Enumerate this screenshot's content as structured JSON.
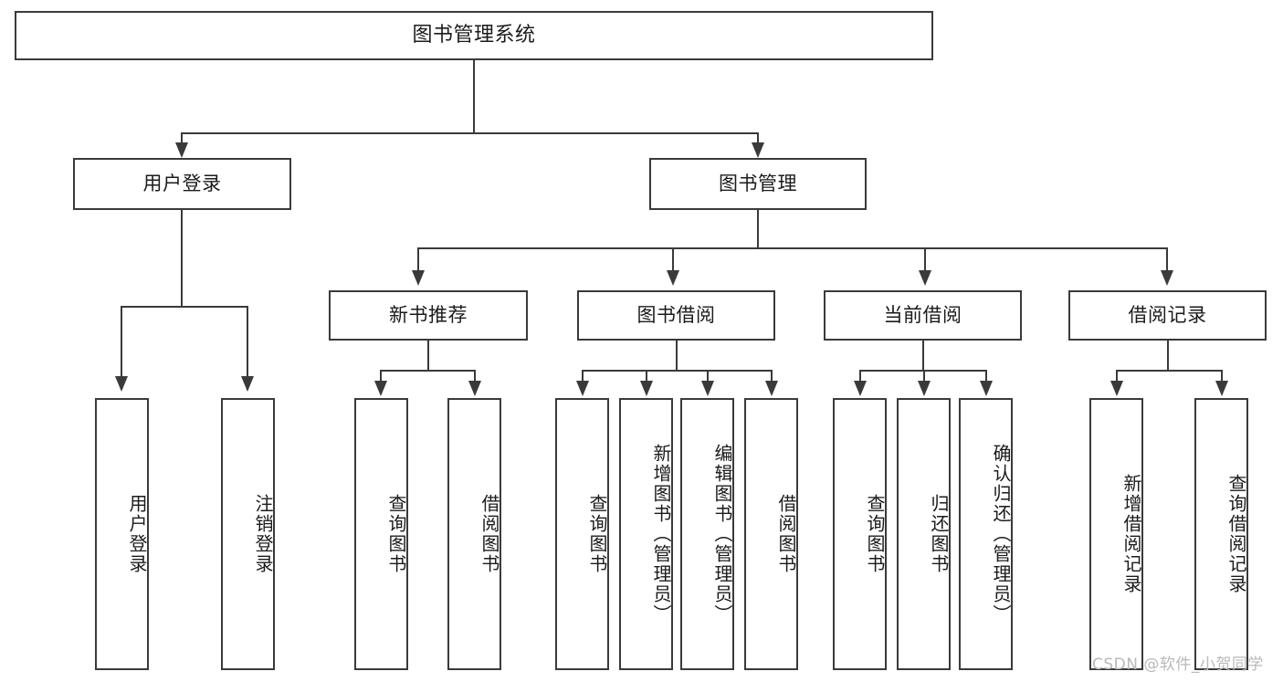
{
  "diagram": {
    "title": "图书管理系统",
    "watermark": "CSDN @软件_小贺同学",
    "levels": {
      "level1": [
        "图书管理系统"
      ],
      "level2": [
        "用户登录",
        "图书管理"
      ],
      "level3": [
        "新书推荐",
        "图书借阅",
        "当前借阅",
        "借阅记录"
      ]
    },
    "nodes": {
      "root": "图书管理系统",
      "user_login": "用户登录",
      "book_manage": "图书管理",
      "login_children": [
        "用户登录",
        "注销登录"
      ],
      "new_book": "新书推荐",
      "new_book_children": [
        "查询图书",
        "借阅图书"
      ],
      "borrow": "图书借阅",
      "borrow_children": [
        "查询图书",
        "新增图书（管理员）",
        "编辑图书（管理员）",
        "借阅图书"
      ],
      "current": "当前借阅",
      "current_children": [
        "查询图书",
        "归还图书",
        "确认归还（管理员）"
      ],
      "record": "借阅记录",
      "record_children": [
        "新增借阅记录",
        "查询借阅记录"
      ]
    },
    "colors": {
      "stroke": "#3a3a3a",
      "fill": "#ffffff",
      "text": "#1b1b1b",
      "watermark": "#b9b9b9"
    }
  }
}
